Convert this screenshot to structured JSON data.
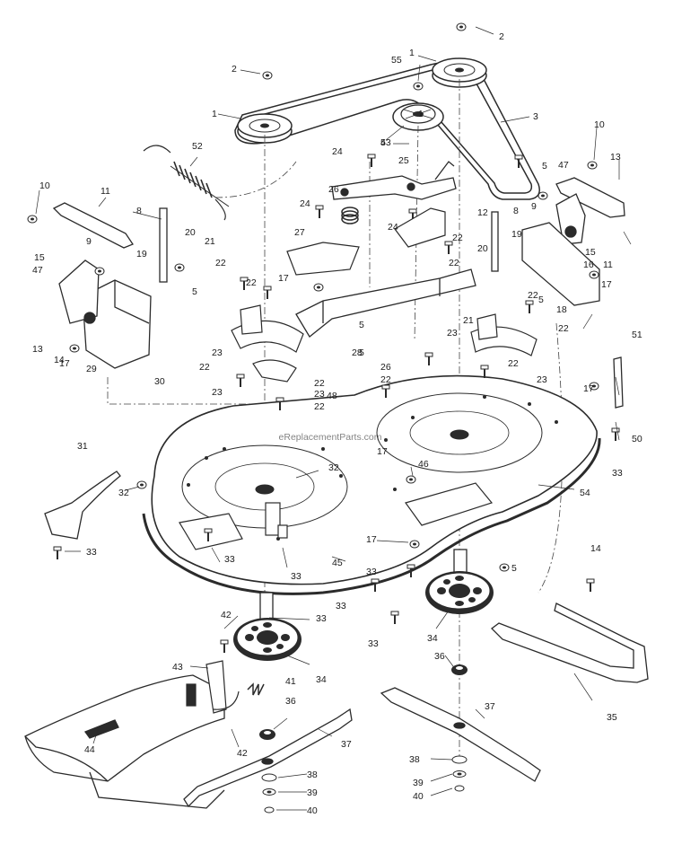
{
  "watermark": "eReplacementParts.com",
  "colors": {
    "line": "#2b2b2b",
    "fill": "#ffffff",
    "dark": "#3a3a3a",
    "watermark": "#c8c8c8"
  },
  "callouts": [
    "1",
    "1",
    "1",
    "2",
    "2",
    "3",
    "4",
    "5",
    "5",
    "5",
    "5",
    "5",
    "5",
    "8",
    "8",
    "9",
    "9",
    "10",
    "10",
    "11",
    "11",
    "12",
    "13",
    "13",
    "14",
    "14",
    "15",
    "15",
    "16",
    "17",
    "17",
    "17",
    "17",
    "17",
    "17",
    "18",
    "19",
    "19",
    "20",
    "20",
    "21",
    "21",
    "22",
    "22",
    "22",
    "22",
    "22",
    "22",
    "22",
    "22",
    "22",
    "22",
    "22",
    "23",
    "23",
    "23",
    "23",
    "23",
    "24",
    "24",
    "24",
    "25",
    "26",
    "26",
    "27",
    "28",
    "29",
    "30",
    "31",
    "32",
    "32",
    "33",
    "33",
    "33",
    "33",
    "33",
    "33",
    "33",
    "33",
    "34",
    "34",
    "35",
    "36",
    "36",
    "37",
    "37",
    "38",
    "38",
    "39",
    "39",
    "40",
    "40",
    "41",
    "42",
    "42",
    "43",
    "44",
    "45",
    "46",
    "47",
    "47",
    "48",
    "50",
    "51",
    "52",
    "53",
    "54",
    "55"
  ]
}
